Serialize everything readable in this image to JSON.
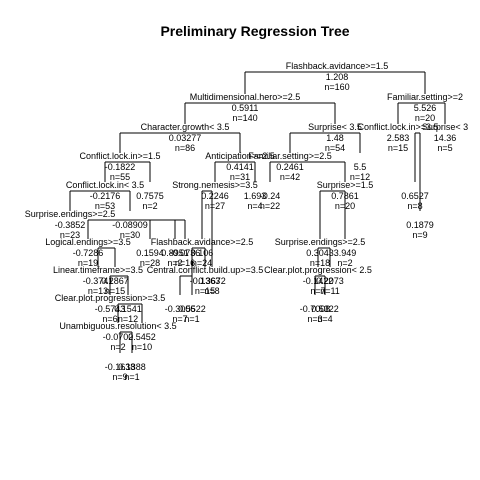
{
  "title": "Preliminary Regression Tree",
  "nodes": [
    {
      "id": "root",
      "split": "Flashback.avidance>=1.5",
      "value": "1.208",
      "n": "n=160"
    },
    {
      "id": "L",
      "split": "Multidimensional.hero>=2.5",
      "value": "0.5911",
      "n": "n=140"
    },
    {
      "id": "R",
      "split": "Familiar.setting>=2",
      "value": "5.526",
      "n": "n=20"
    },
    {
      "id": "LL",
      "split": "Character.growth< 3.5",
      "value": "0.03277",
      "n": "n=86"
    },
    {
      "id": "LR",
      "split": "Surprise< 3.5",
      "value": "1.48",
      "n": "n=54"
    },
    {
      "id": "RL",
      "split": "Conflict.lock.in>=3.5",
      "value": "2.583",
      "n": "n=15"
    },
    {
      "id": "RR",
      "split": "Surprise< 3",
      "value": "14.36",
      "n": "n=5"
    },
    {
      "id": "LLL",
      "split": "Conflict.lock.in>=1.5",
      "value": "-0.1822",
      "n": "n=55"
    },
    {
      "id": "LLR",
      "split": "Anticipation>=2.5",
      "value": "0.4141",
      "n": "n=31"
    },
    {
      "id": "LRL",
      "split": "Familiar.setting>=2.5",
      "value": "0.2461",
      "n": "n=42"
    },
    {
      "id": "LRR",
      "split": "",
      "value": "5.5",
      "n": "n=12"
    },
    {
      "id": "LLLL",
      "split": "Conflict.lock.in< 3.5",
      "value": "-0.2176",
      "n": "n=53"
    },
    {
      "id": "LLLR",
      "split": "",
      "value": "0.7575",
      "n": "n=2"
    },
    {
      "id": "LLRL",
      "split": "Strong.nemesis>=3.5",
      "value": "0.2246",
      "n": "n=27"
    },
    {
      "id": "LLRR",
      "split": "",
      "value": "1.693",
      "n": "n=4"
    },
    {
      "id": "LRLL",
      "split": "",
      "value": "-0.24",
      "n": "n=22"
    },
    {
      "id": "LRLR",
      "split": "Surprise>=1.5",
      "value": "0.7861",
      "n": "n=20"
    },
    {
      "id": "L4a",
      "split": "Surprise.endings>=2.5",
      "value": "-0.3852",
      "n": "n=23"
    },
    {
      "id": "L4b",
      "split": "",
      "value": "-0.08909",
      "n": "n=30"
    },
    {
      "id": "L5a",
      "split": "Logical.endings>=3.5",
      "value": "-0.7286",
      "n": "n=19"
    },
    {
      "id": "L5b",
      "split": "",
      "value": "0.1594",
      "n": "n=28"
    },
    {
      "id": "L5c",
      "split": "",
      "value": "0.8951",
      "n": "n=2"
    },
    {
      "id": "L6a",
      "split": "Linear.timeframe>=3.5",
      "value": "-0.3741",
      "n": "n=13"
    },
    {
      "id": "L6b",
      "split": "",
      "value": "0.2867",
      "n": "n=15"
    },
    {
      "id": "L7a",
      "split": "Clear.plot.progression>=3.5",
      "value": "-0.5743",
      "n": "n=6"
    },
    {
      "id": "L7b",
      "split": "",
      "value": "0.1541",
      "n": "n=12"
    },
    {
      "id": "L8a",
      "split": "Unambiguous.resolution< 3.5",
      "value": "-0.0702",
      "n": "n=2"
    },
    {
      "id": "L8b",
      "split": "",
      "value": "0.5452",
      "n": "n=10"
    },
    {
      "id": "L9a",
      "split": "",
      "value": "-0.1638",
      "n": "n=9"
    },
    {
      "id": "L9b",
      "split": "",
      "value": "0.1388",
      "n": "n=1"
    },
    {
      "id": "M5a",
      "split": "Flashback.avidance>=2.5",
      "value": "0.106",
      "n": "n=24"
    },
    {
      "id": "M5b",
      "split": "",
      "value": "-0.0736",
      "n": "n=16"
    },
    {
      "id": "M6a",
      "split": "Central.conflict.build.up>=3.5",
      "value": "-0.1363",
      "n": "n=15"
    },
    {
      "id": "M6b",
      "split": "",
      "value": "0.3672",
      "n": "n=8"
    },
    {
      "id": "M7a",
      "split": "",
      "value": "-0.3006",
      "n": "n=7"
    },
    {
      "id": "M7b",
      "split": "",
      "value": "0.5522",
      "n": "n=1"
    },
    {
      "id": "R5a",
      "split": "Surprise.endings>=2.5",
      "value": "0.3043",
      "n": "n=18"
    },
    {
      "id": "R5b",
      "split": "",
      "value": "3.949",
      "n": "n=2"
    },
    {
      "id": "R6a",
      "split": "Clear.plot.progression< 2.5",
      "value": "-0.1422",
      "n": "n=7"
    },
    {
      "id": "R6b",
      "split": "",
      "value": "0.2073",
      "n": "n=11"
    },
    {
      "id": "R7a",
      "split": "",
      "value": "-0.7008",
      "n": "n=3"
    },
    {
      "id": "R7b",
      "split": "",
      "value": "0.5322",
      "n": "n=4"
    },
    {
      "id": "R8a",
      "split": "",
      "value": "0.6527",
      "n": "n=8"
    },
    {
      "id": "R8b",
      "split": "",
      "value": "0.1879",
      "n": "n=9"
    }
  ]
}
